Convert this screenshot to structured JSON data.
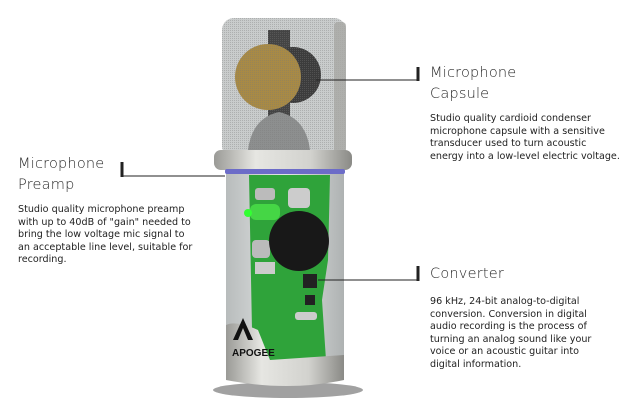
{
  "diagram": {
    "brand_logo_text": "APOGEE",
    "callouts": [
      {
        "id": "capsule",
        "title_line1": "Microphone",
        "title_line2": "Capsule",
        "body": "Studio quality cardioid condenser microphone capsule with a sensitive transducer used to turn acoustic energy into a low-level electric voltage."
      },
      {
        "id": "preamp",
        "title_line1": "Microphone",
        "title_line2": "Preamp",
        "body": "Studio quality microphone preamp with up to 40dB of \"gain\" needed to bring the low voltage mic signal to an acceptable line level, suitable for recording."
      },
      {
        "id": "converter",
        "title_line1": "Converter",
        "title_line2": "",
        "body": "96 kHz, 24-bit analog-to-digital conversion. Conversion in digital audio recording is the process of turning an analog sound like your voice or an acoustic guitar into digital information."
      }
    ],
    "colors": {
      "pcb": "#2fa33a",
      "capsule": "#a88a45",
      "led": "#33ff33",
      "ring": "#6c6cc8"
    }
  }
}
